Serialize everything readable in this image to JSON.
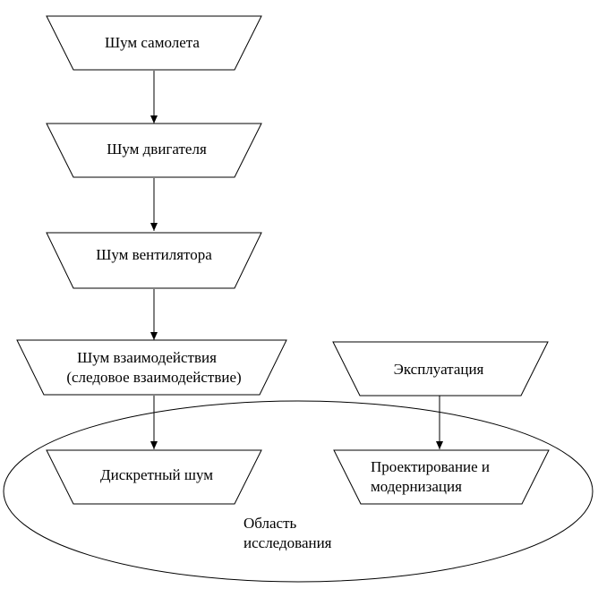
{
  "diagram": {
    "nodes": [
      {
        "id": "aircraft-noise",
        "label": "Шум самолета"
      },
      {
        "id": "engine-noise",
        "label": "Шум двигателя"
      },
      {
        "id": "fan-noise",
        "label": "Шум вентилятора"
      },
      {
        "id": "interaction-noise",
        "label_line1": "Шум взаимодействия",
        "label_line2": "(следовое взаимодействие)"
      },
      {
        "id": "operation",
        "label": "Эксплуатация"
      },
      {
        "id": "discrete-noise",
        "label": "Дискретный шум"
      },
      {
        "id": "design-modernization",
        "label_line1": "Проектирование и",
        "label_line2": "модернизация"
      }
    ],
    "region": {
      "label_line1": "Область",
      "label_line2": "исследования"
    },
    "edges": [
      {
        "from": "aircraft-noise",
        "to": "engine-noise"
      },
      {
        "from": "engine-noise",
        "to": "fan-noise"
      },
      {
        "from": "fan-noise",
        "to": "interaction-noise"
      },
      {
        "from": "interaction-noise",
        "to": "discrete-noise"
      },
      {
        "from": "operation",
        "to": "design-modernization"
      }
    ]
  }
}
